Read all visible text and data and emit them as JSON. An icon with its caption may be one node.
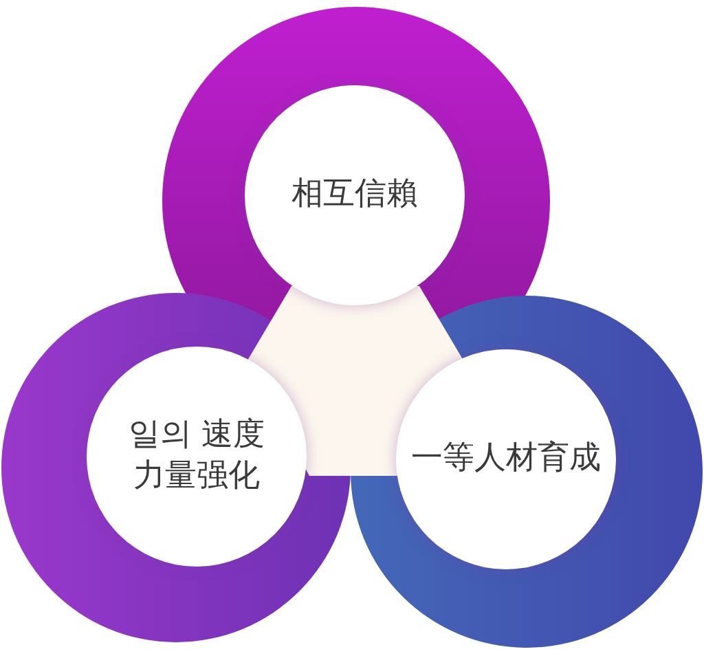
{
  "diagram": {
    "nodes": [
      {
        "text": [
          "相互信賴"
        ]
      },
      {
        "text": [
          "일의 速度力量强化"
        ]
      },
      {
        "text": [
          "一等人材育成"
        ]
      }
    ]
  }
}
